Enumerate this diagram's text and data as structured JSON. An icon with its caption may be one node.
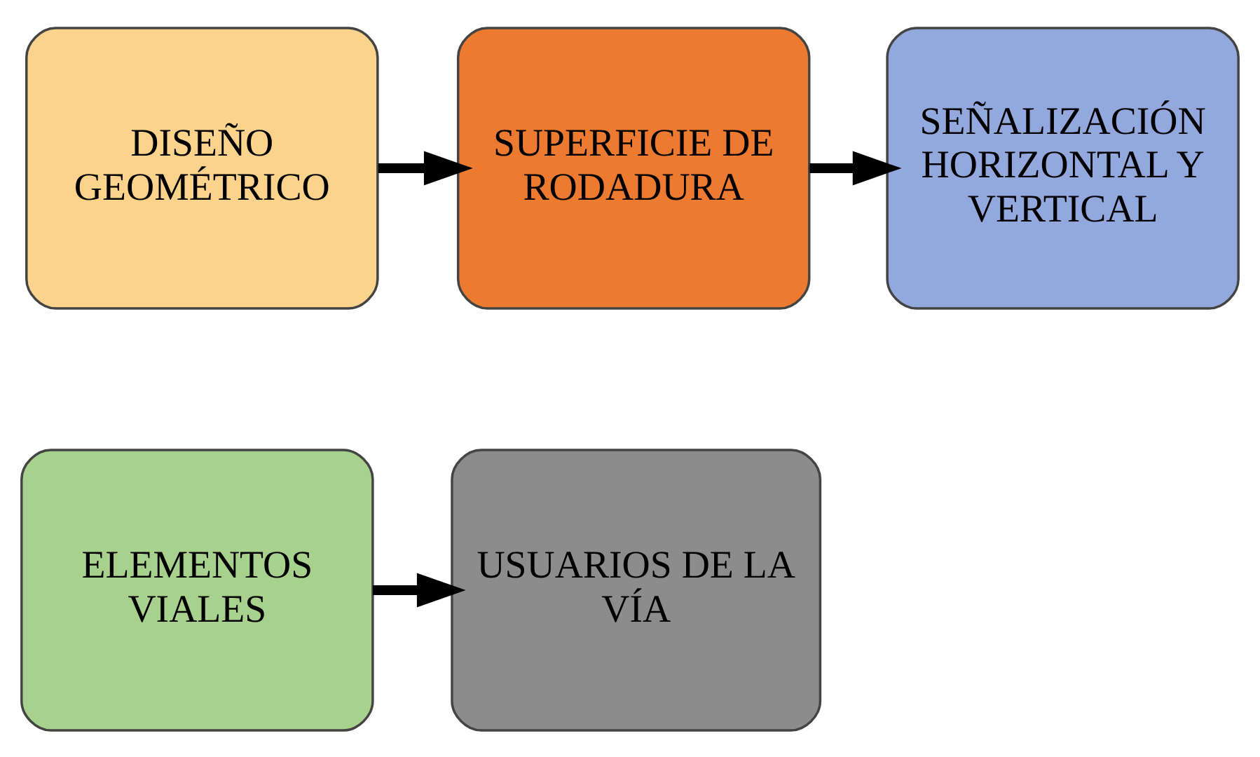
{
  "diagram": {
    "nodes": [
      {
        "text": [
          "DISEÑO GEOMÉTRICO"
        ]
      },
      {
        "text": [
          "SUPERFICIE DE RODADURA"
        ]
      },
      {
        "text": [
          "SEÑALIZACIÓN HORIZONTAL Y VERTICAL"
        ]
      },
      {
        "text": [
          "ELEMENTOS VIALES"
        ]
      },
      {
        "text": [
          "USUARIOS DE LA VÍA"
        ]
      }
    ],
    "edges": [
      {
        "from": 0,
        "to": 1,
        "arrow": "to"
      },
      {
        "from": 1,
        "to": 2,
        "arrow": "to"
      },
      {
        "from": 3,
        "to": 4,
        "arrow": "to"
      }
    ]
  }
}
